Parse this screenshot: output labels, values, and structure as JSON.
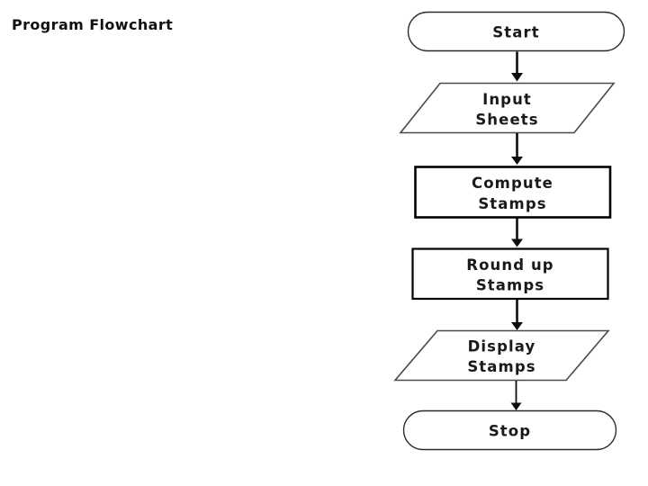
{
  "page": {
    "title": "Program Flowchart"
  },
  "flowchart": {
    "nodes": [
      {
        "id": "start",
        "type": "terminator",
        "label": "Start"
      },
      {
        "id": "input-sheets",
        "type": "input-output",
        "line1": "Input",
        "line2": "Sheets"
      },
      {
        "id": "compute-stamps",
        "type": "process",
        "line1": "Compute",
        "line2": "Stamps"
      },
      {
        "id": "round-up-stamps",
        "type": "process",
        "line1": "Round up",
        "line2": "Stamps"
      },
      {
        "id": "display-stamps",
        "type": "input-output",
        "line1": "Display",
        "line2": "Stamps"
      },
      {
        "id": "stop",
        "type": "terminator",
        "label": "Stop"
      }
    ],
    "connections": [
      {
        "from": "start",
        "to": "input-sheets"
      },
      {
        "from": "input-sheets",
        "to": "compute-stamps"
      },
      {
        "from": "compute-stamps",
        "to": "round-up-stamps"
      },
      {
        "from": "round-up-stamps",
        "to": "display-stamps"
      },
      {
        "from": "display-stamps",
        "to": "stop"
      }
    ],
    "colors": {
      "background": "#ffffff",
      "shape_fill": "#ffffff",
      "shape_stroke": "#000000",
      "text": "#1a1a1a"
    }
  }
}
